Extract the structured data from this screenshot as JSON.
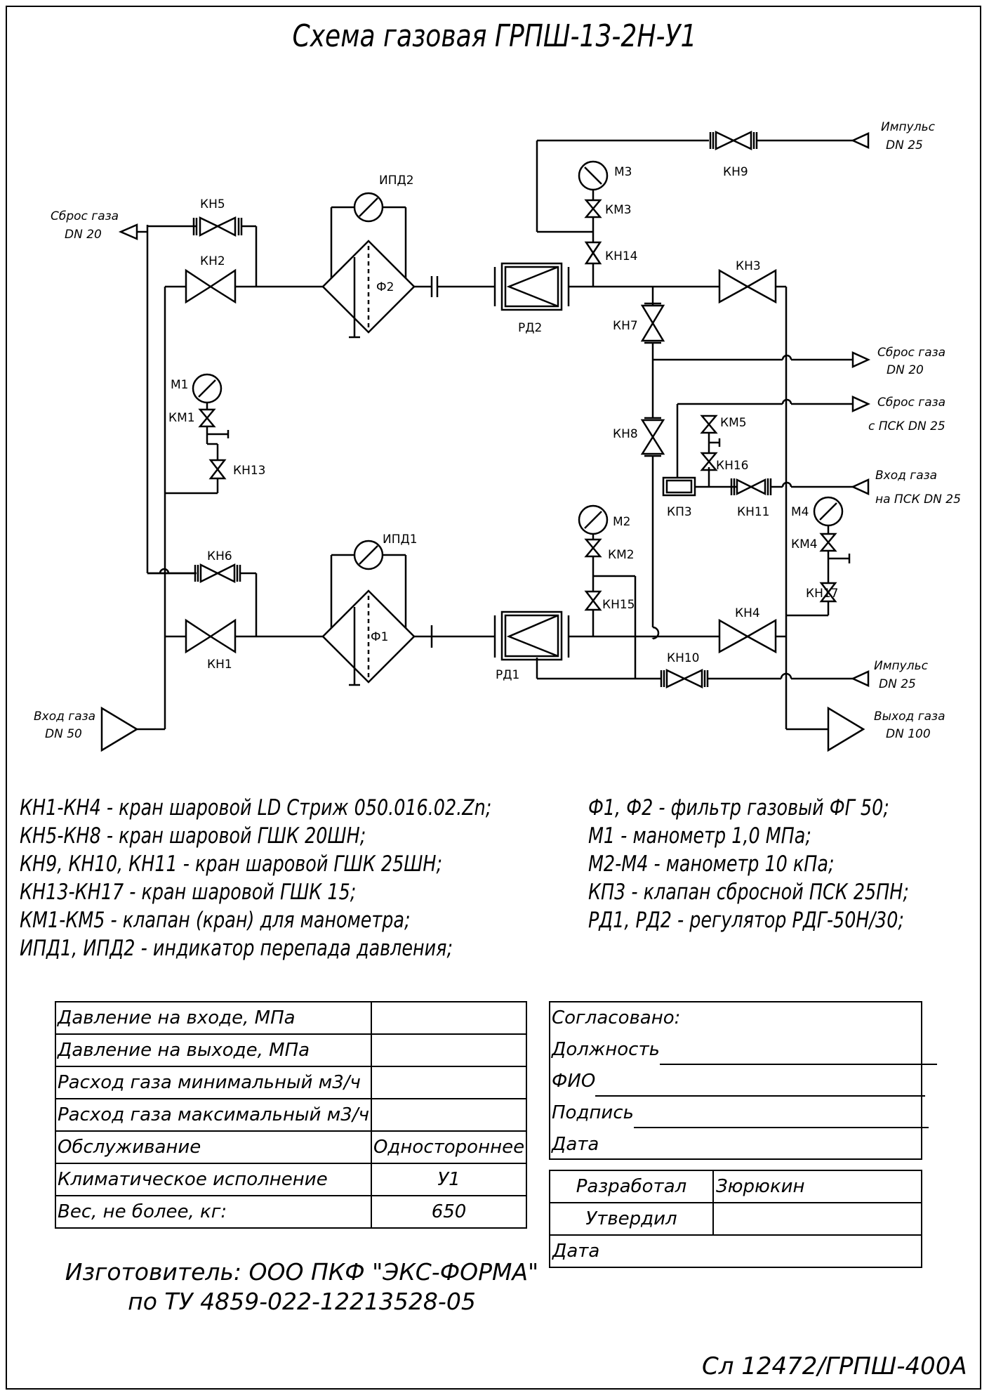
{
  "title": "Схема газовая ГРПШ-13-2Н-У1",
  "labels": {
    "kn1": "КН1",
    "kn2": "КН2",
    "kn3": "КН3",
    "kn4": "КН4",
    "kn5": "КН5",
    "kn6": "КН6",
    "kn7": "КН7",
    "kn8": "КН8",
    "kn9": "КН9",
    "kn10": "КН10",
    "kn11": "КН11",
    "kn13": "КН13",
    "kn14": "КН14",
    "kn15": "КН15",
    "kn16": "КН16",
    "kn17": "КН17",
    "km1": "КМ1",
    "km2": "КМ2",
    "km3": "КМ3",
    "km4": "КМ4",
    "km5": "КМ5",
    "m1": "М1",
    "m2": "М2",
    "m3": "М3",
    "m4": "М4",
    "ipd1": "ИПД1",
    "ipd2": "ИПД2",
    "f1": "Ф1",
    "f2": "Ф2",
    "rd1": "РД1",
    "rd2": "РД2",
    "kp3": "КП3"
  },
  "ports": {
    "inlet": [
      "Вход газа",
      "DN 50"
    ],
    "outlet": [
      "Выход газа",
      "DN 100"
    ],
    "vent_left": [
      "Сброс газа",
      "DN 20"
    ],
    "vent_right": [
      "Сброс газа",
      "DN 20"
    ],
    "vent_psk": [
      "Сброс газа",
      "с ПСК DN 25"
    ],
    "psk_inlet": [
      "Вход газа",
      "на ПСК DN 25"
    ],
    "impulse_top": [
      "Импульс",
      "DN 25"
    ],
    "impulse_bottom": [
      "Импульс",
      "DN 25"
    ]
  },
  "legend_left": [
    "КН1-КН4 - кран шаровой LD Стриж 050.016.02.Zn;",
    "КН5-КН8 - кран шаровой ГШК 20ШН;",
    "КН9, КН10, КН11 - кран шаровой ГШК 25ШН;",
    "КН13-КН17 - кран шаровой ГШК 15;",
    "КМ1-КМ5 - клапан (кран) для манометра;",
    "ИПД1, ИПД2 - индикатор перепада давления;"
  ],
  "legend_right": [
    "Ф1, Ф2 - фильтр газовый ФГ 50;",
    "М1 - манометр 1,0 МПа;",
    "М2-М4 - манометр 10 кПа;",
    "КП3 - клапан сбросной ПСК 25ПН;",
    "РД1, РД2 - регулятор РДГ-50Н/30;"
  ],
  "params": [
    {
      "name": "Давление на входе, МПа",
      "value": ""
    },
    {
      "name": "Давление на выходе, МПа",
      "value": ""
    },
    {
      "name": "Расход газа минимальный м3/ч",
      "value": ""
    },
    {
      "name": "Расход газа максимальный м3/ч",
      "value": ""
    },
    {
      "name": "Обслуживание",
      "value": "Одностороннее"
    },
    {
      "name": "Климатическое исполнение",
      "value": "У1"
    },
    {
      "name": "Вес, не более, кг:",
      "value": "650"
    }
  ],
  "approval": {
    "agreed": "Согласовано:",
    "position": "Должность",
    "fio": "ФИО",
    "signature": "Подпись",
    "date": "Дата"
  },
  "signoff": {
    "developed": "Разработал",
    "developer": "Зюрюкин",
    "approved": "Утвердил",
    "approver": "",
    "date": "Дата"
  },
  "manufacturer": [
    "Изготовитель: ООО ПКФ \"ЭКС-ФОРМА\"",
    "по ТУ 4859-022-12213528-05"
  ],
  "doc_number": "Сл 12472/ГРПШ-400А"
}
